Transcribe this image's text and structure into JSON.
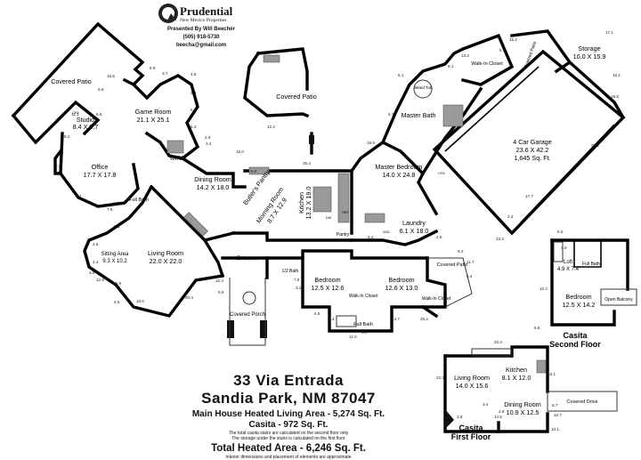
{
  "brand": {
    "company": "Prudential",
    "company_sub": "New Mexico Properties",
    "presenter": "Presented By Will Beecher",
    "phone": "(505) 918-5730",
    "email": "beecha@gmail.com"
  },
  "listing": {
    "street": "33 Via Entrada",
    "city": "Sandia Park, NM 87047",
    "main_area": "Main House Heated Living Area - 5,274 Sq. Ft.",
    "casita_area": "Casita - 972 Sq. Ft.",
    "note1": "The total casita stairs are calculated on the second floor only",
    "note2": "The storage under the stairs is calculated on the first floor",
    "total_area": "Total Heated Area - 6,246 Sq. Ft.",
    "disclaimer": "Interior dimensions and placement of elements are approximate"
  },
  "rooms": {
    "covered_patio_nw": "Covered Patio",
    "game_room": "Game Room",
    "game_room_dim": "21.1 X 25.1",
    "studio": "Studio",
    "studio_dim": "8.4 X 9.7",
    "office": "Office",
    "office_dim": "17.7 X 17.8",
    "wet_bar": "Wet Bar",
    "dining_room": "Dining Room",
    "dining_room_dim": "14.2 X 18.0",
    "covered_patio_n": "Covered Patio",
    "butlers_pantry": "Butler's Pantry",
    "morning_room": "Morning Room",
    "morning_room_dim": "8.7 X 12.9",
    "kitchen": "Kitchen",
    "kitchen_dim": "13.2 X 19.0",
    "pantry": "Pantry",
    "master_bedroom": "Master Bedroom",
    "master_bedroom_dim": "14.0 X 24.8",
    "master_bath": "Master Bath",
    "jetted_tub": "Jetted Tub",
    "walk_in_closet": "Walk-In Closet",
    "garage": "4 Car Garage",
    "garage_dim": "23.6 X 42.2",
    "garage_area": "1,645 Sq. Ft.",
    "storage": "Storage",
    "storage_dim": "10.0 X 15.9",
    "covered_patio_ne": "Covered Patio",
    "laundry": "Laundry",
    "laundry_dim": "6.1 X 18.0",
    "full_bath_w": "Full Bath",
    "sitting_area": "Sitting Area",
    "sitting_area_dim": "9.3 X 10.2",
    "living_room": "Living Room",
    "living_room_dim": "22.0 X 22.0",
    "entrance": "Entrance",
    "covered_porch": "Covered Porch",
    "half_bath": "1/2 Bath",
    "bedroom1": "Bedroom",
    "bedroom1_dim": "12.5 X 12.6",
    "bedroom2": "Bedroom",
    "bedroom2_dim": "12.6 X 13.0",
    "walk_in_closet_b1": "Walk-In Closet",
    "walk_in_closet_b2": "Walk-In Closet",
    "full_bath_center": "Full Bath",
    "covered_patio_e": "Covered Patio",
    "casita_living": "Living Room",
    "casita_living_dim": "14.0 X 15.6",
    "casita_kitchen": "Kitchen",
    "casita_kitchen_dim": "8.1 X 12.0",
    "casita_dining": "Dining Room",
    "casita_dining_dim": "10.9 X 12.5",
    "covered_drive": "Covered Drive",
    "casita_first_floor_1": "Casita",
    "casita_first_floor_2": "First Floor",
    "loft": "Loft",
    "loft_dim": "4.9 X 7.4",
    "casita_full_bath": "Full Bath",
    "casita_bedroom": "Bedroom",
    "casita_bedroom_dim": "12.5 X 14.2",
    "open_balcony": "Open Balcony",
    "casita_second_floor_1": "Casita",
    "casita_second_floor_2": "Second Floor",
    "cfa": "CFA",
    "ref": "REF",
    "dw": "DW",
    "wd": "W/D"
  },
  "dims": [
    "15.5",
    "8.9",
    "3.7",
    "4.8",
    "4.4",
    "6.6",
    "6.5",
    "11.1",
    "6.5",
    "8.2",
    "5.3",
    "2.9",
    "3.5",
    "3.4",
    "7.8",
    "9.7",
    "1.3",
    "7.3",
    "15.0",
    "8.5",
    "25.4",
    "12.2",
    "18.9",
    "5.1",
    "13.2",
    "15.2",
    "9.1",
    "5.1",
    "17.1",
    "16.1",
    "19.5",
    "36.2",
    "17.7",
    "2.4",
    "13.2",
    "6.2",
    "2.8",
    "6.7",
    "9.3",
    "11.7",
    "6.4",
    "6.1",
    "4.5",
    "4.4",
    "3.8",
    "12.8",
    "15.9",
    "4.5",
    "16.0",
    "20.4",
    "10.4",
    "5.9",
    "7.8",
    "3.2",
    "4.8",
    "7.4",
    "5.6",
    "11.0",
    "13.7",
    "26.2",
    "20.4",
    "22.3",
    "18.1",
    "8.7",
    "10.7",
    "10.1",
    "14.5",
    "3.6",
    "3.4",
    "2.8",
    "4.0",
    "10.4",
    "6.8",
    "6.5"
  ]
}
